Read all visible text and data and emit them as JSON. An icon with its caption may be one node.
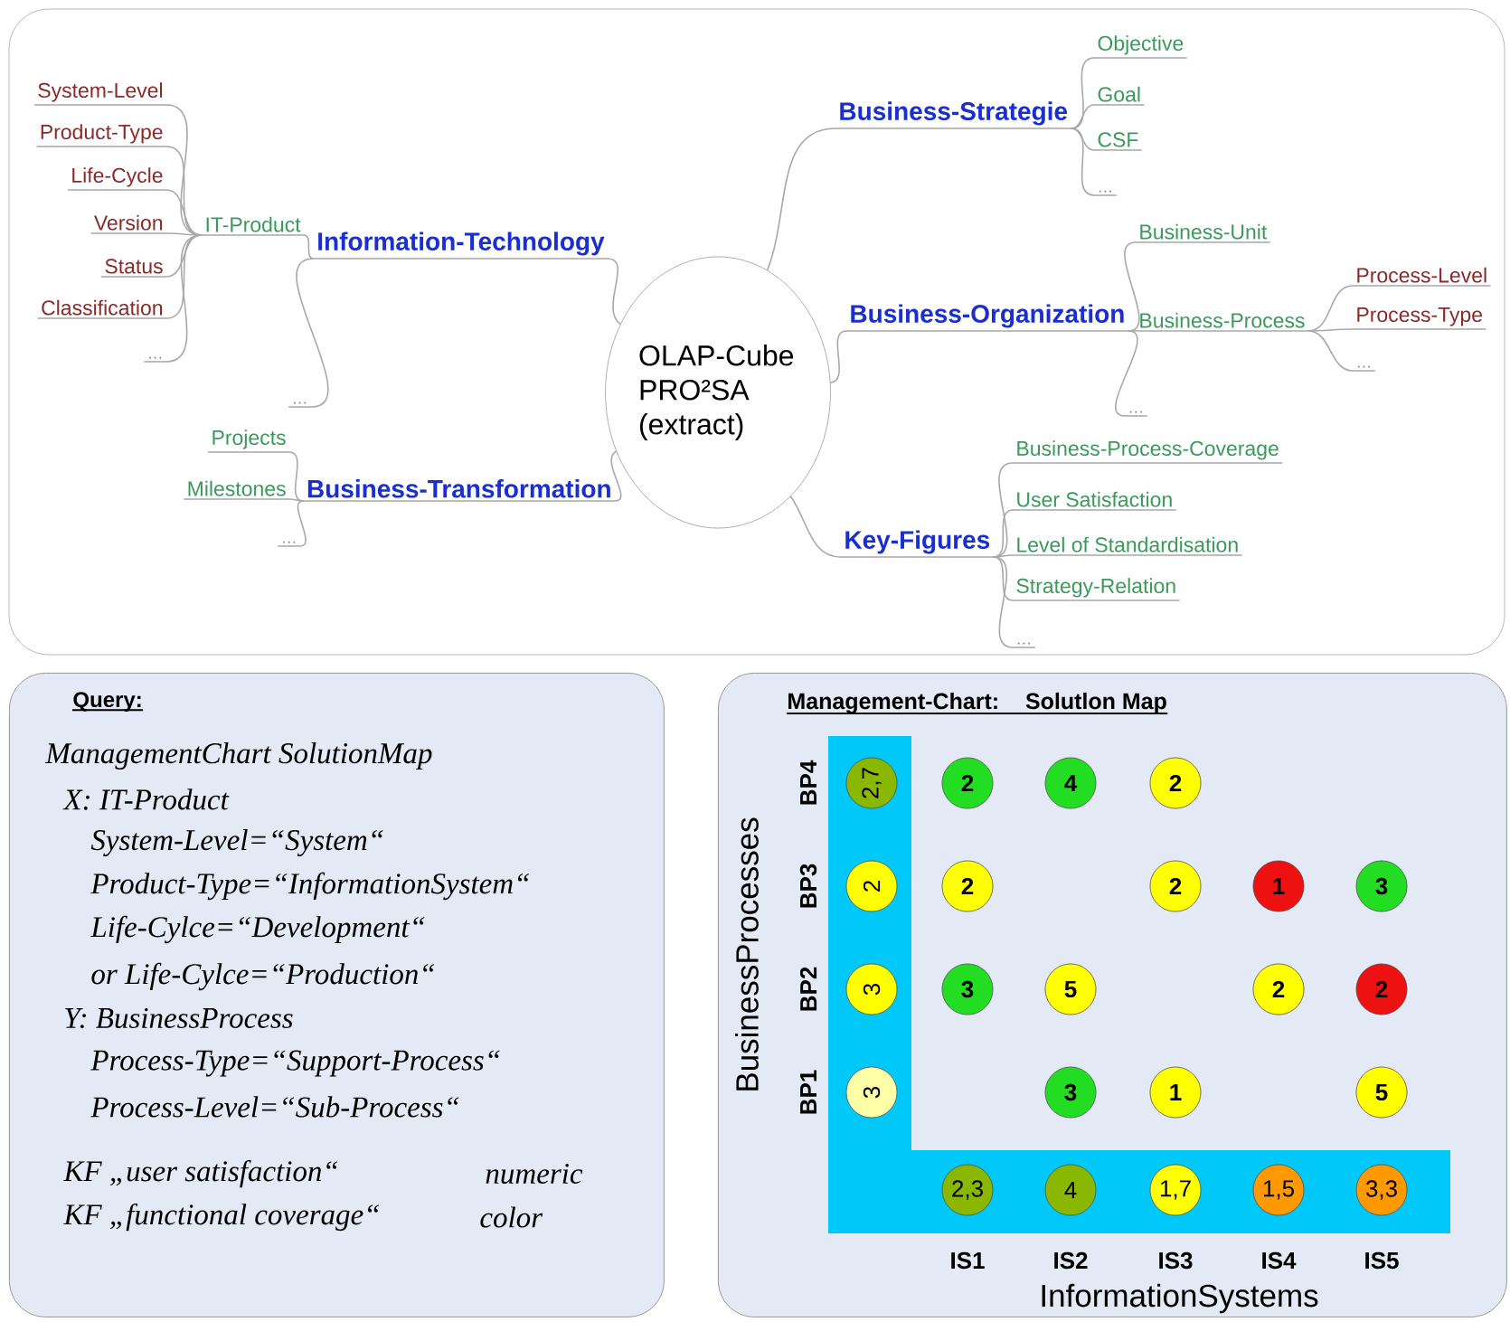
{
  "diagram": {
    "nodes": [
      {
        "text": [
          "OLAP-Cube PRO²SA (extract)"
        ]
      },
      {
        "text": [
          "Information-Technology"
        ]
      },
      {
        "text": [
          "IT-Product"
        ]
      },
      {
        "text": [
          "System-Level"
        ]
      },
      {
        "text": [
          "Product-Type"
        ]
      },
      {
        "text": [
          "Life-Cycle"
        ]
      },
      {
        "text": [
          "Version"
        ]
      },
      {
        "text": [
          "Status"
        ]
      },
      {
        "text": [
          "Classification"
        ]
      },
      {
        "text": [
          "…"
        ]
      },
      {
        "text": [
          "…"
        ]
      },
      {
        "text": [
          "Business-Transformation"
        ]
      },
      {
        "text": [
          "Projects"
        ]
      },
      {
        "text": [
          "Milestones"
        ]
      },
      {
        "text": [
          "…"
        ]
      },
      {
        "text": [
          "Business-Strategie"
        ]
      },
      {
        "text": [
          "Objective"
        ]
      },
      {
        "text": [
          "Goal"
        ]
      },
      {
        "text": [
          "CSF"
        ]
      },
      {
        "text": [
          "…"
        ]
      },
      {
        "text": [
          "Business-Organization"
        ]
      },
      {
        "text": [
          "Business-Unit"
        ]
      },
      {
        "text": [
          "Business-Process"
        ]
      },
      {
        "text": [
          "Process-Level"
        ]
      },
      {
        "text": [
          "Process-Type"
        ]
      },
      {
        "text": [
          "…"
        ]
      },
      {
        "text": [
          "…"
        ]
      },
      {
        "text": [
          "Key-Figures"
        ]
      },
      {
        "text": [
          "Business-Process-Coverage"
        ]
      },
      {
        "text": [
          "User Satisfaction"
        ]
      },
      {
        "text": [
          "Level of Standardisation"
        ]
      },
      {
        "text": [
          "Strategy-Relation"
        ]
      },
      {
        "text": [
          "…"
        ]
      },
      {
        "text": [
          "Query:",
          "ManagementChart SolutionMap",
          "X: IT-Product",
          "System-Level=“System“",
          "Product-Type=“InformationSystem“",
          "Life-Cylce=“Development“",
          "or Life-Cylce=“Production“",
          "Y: BusinessProcess",
          "Process-Type=“Support-Process“",
          "Process-Level=“Sub-Process“",
          "KF „user satisfaction“",
          "numeric",
          "KF „functional coverage“",
          "color"
        ]
      },
      {
        "text": [
          "Management-Chart:",
          "Solutlon Map"
        ]
      },
      {
        "text": [
          "2,7"
        ],
        "in": 34
      },
      {
        "text": [
          "2"
        ],
        "in": 34
      },
      {
        "text": [
          "4"
        ],
        "in": 34
      },
      {
        "text": [
          "2"
        ],
        "in": 34
      },
      {
        "text": [
          "2"
        ],
        "in": 34
      },
      {
        "text": [
          "2"
        ],
        "in": 34
      },
      {
        "text": [
          "2"
        ],
        "in": 34
      },
      {
        "text": [
          "1"
        ],
        "in": 34
      },
      {
        "text": [
          "3"
        ],
        "in": 34
      },
      {
        "text": [
          "3"
        ],
        "in": 34
      },
      {
        "text": [
          "3"
        ],
        "in": 34
      },
      {
        "text": [
          "5"
        ],
        "in": 34
      },
      {
        "text": [
          "2"
        ],
        "in": 34
      },
      {
        "text": [
          "2"
        ],
        "in": 34
      },
      {
        "text": [
          "3"
        ],
        "in": 34
      },
      {
        "text": [
          "3"
        ],
        "in": 34
      },
      {
        "text": [
          "1"
        ],
        "in": 34
      },
      {
        "text": [
          "5"
        ],
        "in": 34
      },
      {
        "text": [
          "2,3"
        ],
        "in": 34
      },
      {
        "text": [
          "4"
        ],
        "in": 34
      },
      {
        "text": [
          "1,7"
        ],
        "in": 34
      },
      {
        "text": [
          "1,5"
        ],
        "in": 34
      },
      {
        "text": [
          "3,3"
        ],
        "in": 34
      }
    ],
    "edges": [
      {
        "from": 0,
        "to": 1,
        "arrow": "none"
      },
      {
        "from": 1,
        "to": 2,
        "arrow": "none"
      },
      {
        "from": 2,
        "to": 3,
        "arrow": "none"
      },
      {
        "from": 2,
        "to": 4,
        "arrow": "none"
      },
      {
        "from": 2,
        "to": 5,
        "arrow": "none"
      },
      {
        "from": 2,
        "to": 6,
        "arrow": "none"
      },
      {
        "from": 2,
        "to": 7,
        "arrow": "none"
      },
      {
        "from": 2,
        "to": 8,
        "arrow": "none"
      },
      {
        "from": 2,
        "to": 9,
        "arrow": "none"
      },
      {
        "from": 1,
        "to": 10,
        "arrow": "none"
      },
      {
        "from": 0,
        "to": 11,
        "arrow": "none"
      },
      {
        "from": 11,
        "to": 12,
        "arrow": "none"
      },
      {
        "from": 11,
        "to": 13,
        "arrow": "none"
      },
      {
        "from": 11,
        "to": 14,
        "arrow": "none"
      },
      {
        "from": 0,
        "to": 15,
        "arrow": "none"
      },
      {
        "from": 15,
        "to": 16,
        "arrow": "none"
      },
      {
        "from": 15,
        "to": 17,
        "arrow": "none"
      },
      {
        "from": 15,
        "to": 18,
        "arrow": "none"
      },
      {
        "from": 15,
        "to": 19,
        "arrow": "none"
      },
      {
        "from": 0,
        "to": 20,
        "arrow": "none"
      },
      {
        "from": 20,
        "to": 21,
        "arrow": "none"
      },
      {
        "from": 20,
        "to": 22,
        "arrow": "none"
      },
      {
        "from": 22,
        "to": 23,
        "arrow": "none"
      },
      {
        "from": 22,
        "to": 24,
        "arrow": "none"
      },
      {
        "from": 22,
        "to": 25,
        "arrow": "none"
      },
      {
        "from": 20,
        "to": 26,
        "arrow": "none"
      },
      {
        "from": 0,
        "to": 27,
        "arrow": "none"
      },
      {
        "from": 27,
        "to": 28,
        "arrow": "none"
      },
      {
        "from": 27,
        "to": 29,
        "arrow": "none"
      },
      {
        "from": 27,
        "to": 30,
        "arrow": "none"
      },
      {
        "from": 27,
        "to": 31,
        "arrow": "none"
      },
      {
        "from": 27,
        "to": 32,
        "arrow": "none"
      }
    ],
    "labels": [
      "BP4",
      "BP3",
      "BP2",
      "BP1",
      "BusinessProcesses",
      "IS1",
      "IS2",
      "IS3",
      "IS4",
      "IS5",
      "InformationSystems"
    ]
  }
}
